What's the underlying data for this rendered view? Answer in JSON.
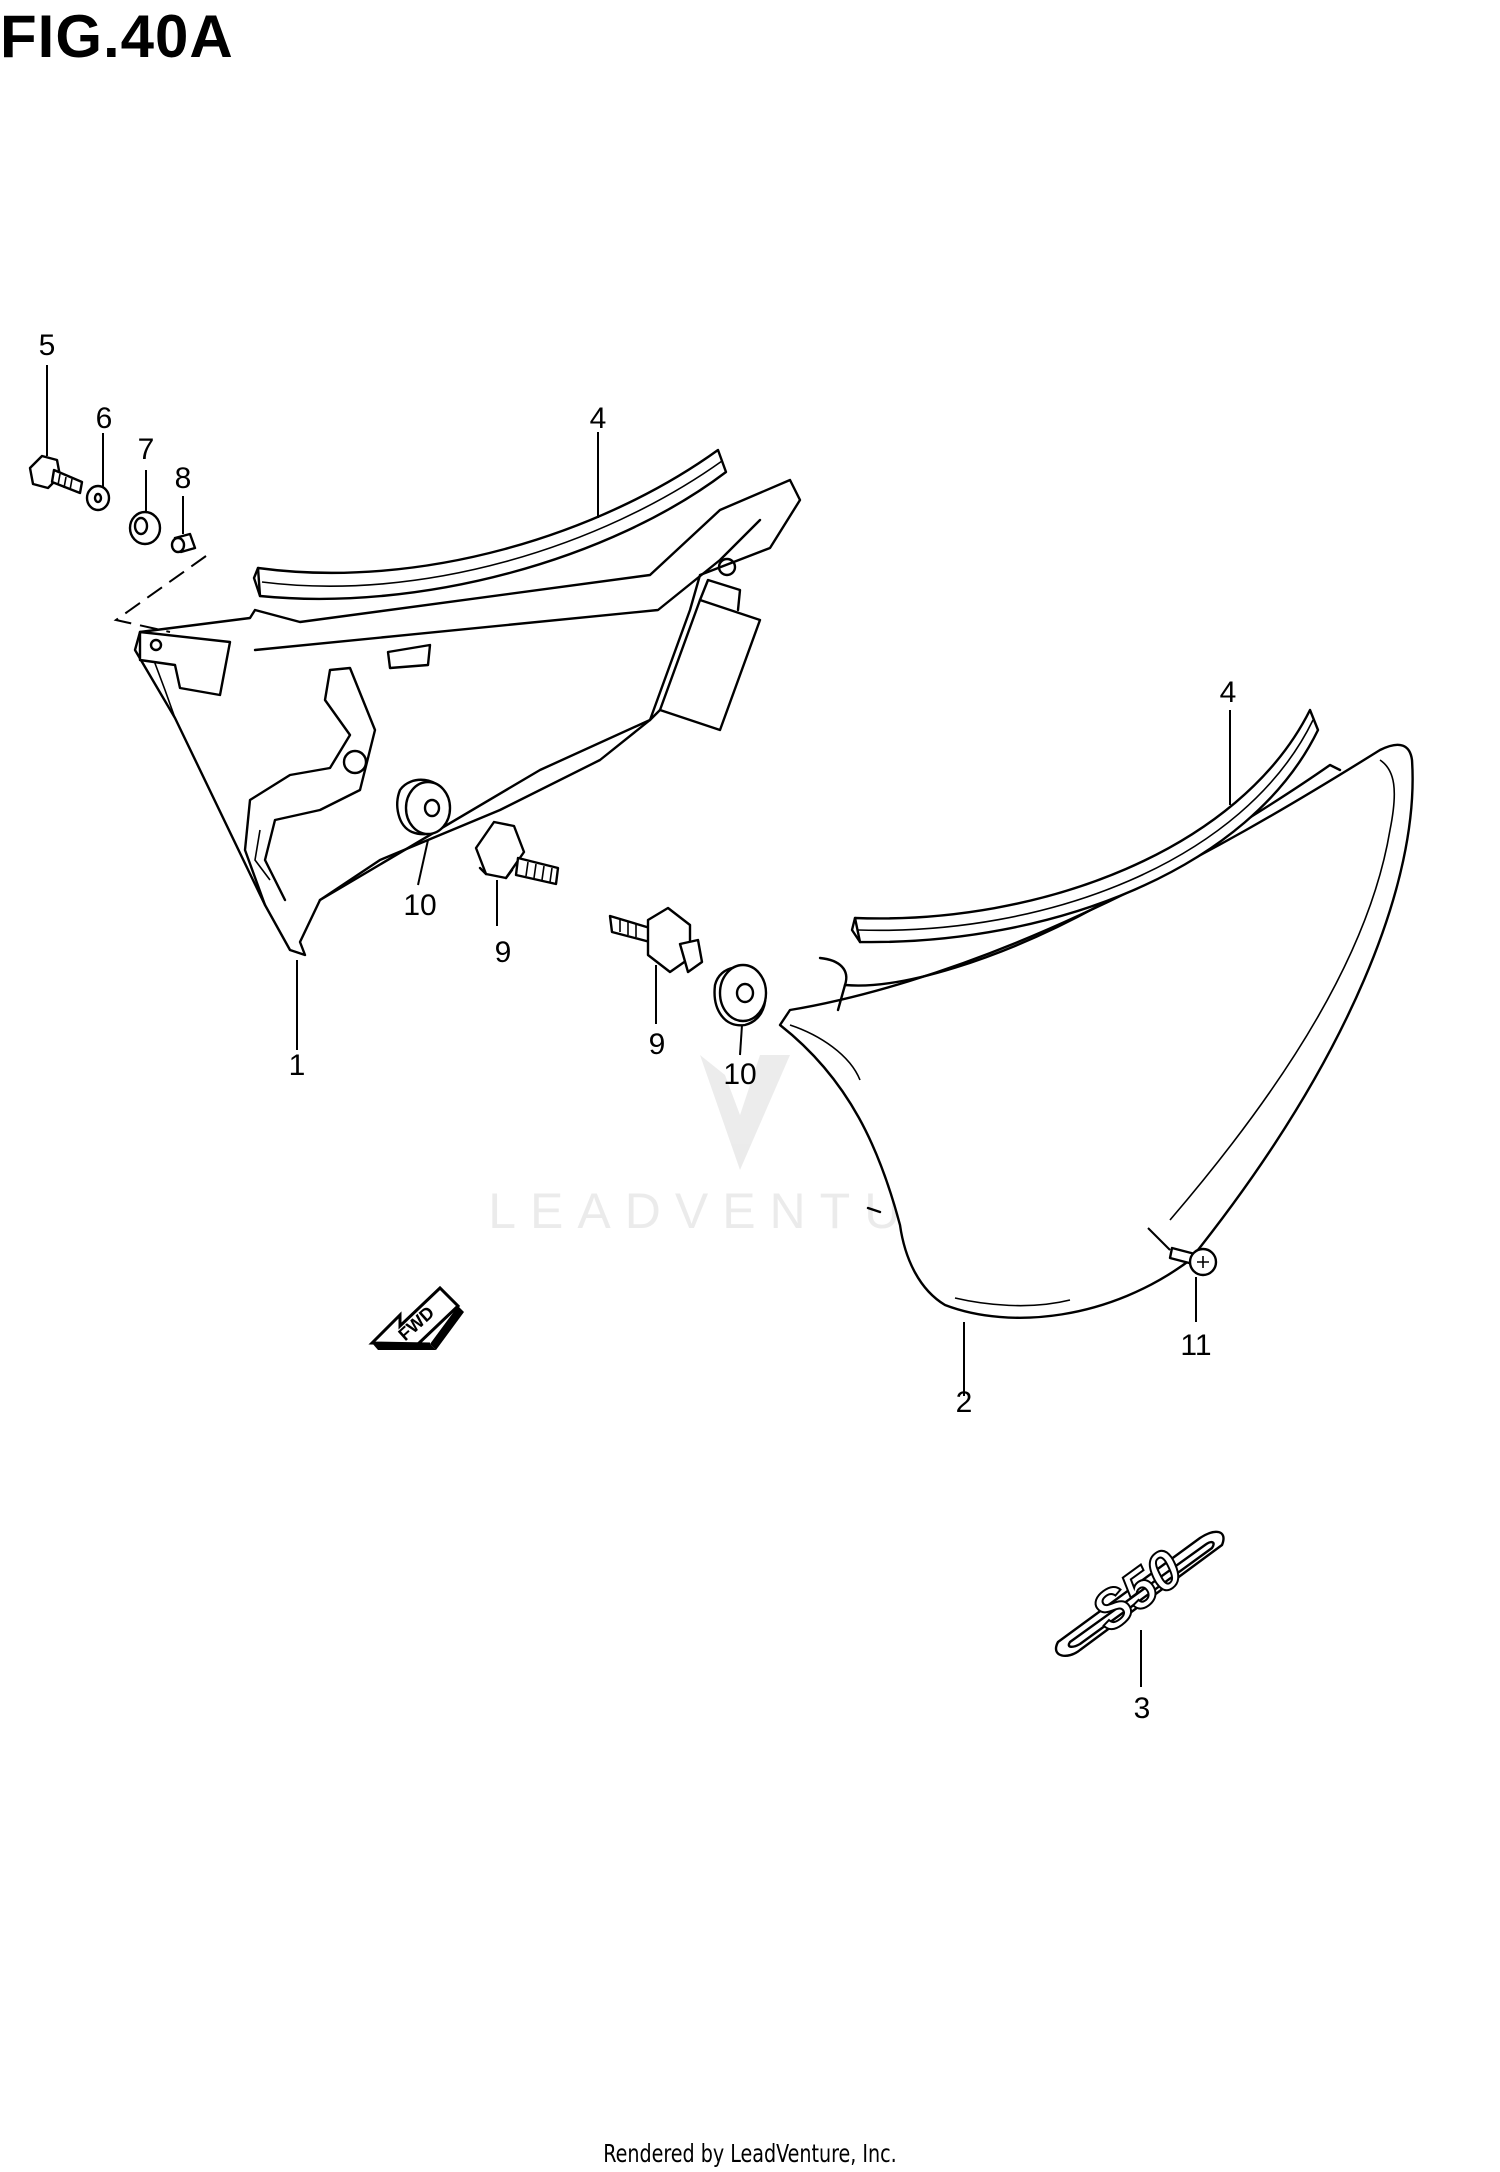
{
  "title": "FIG.40A",
  "footer": "Rendered by LeadVenture, Inc.",
  "watermark": "LEADVENTURE",
  "fwd_label": "FWD",
  "emblem_text": "S50",
  "callouts": [
    "1",
    "2",
    "3",
    "4",
    "4",
    "5",
    "6",
    "7",
    "8",
    "9",
    "9",
    "10",
    "10",
    "11"
  ]
}
